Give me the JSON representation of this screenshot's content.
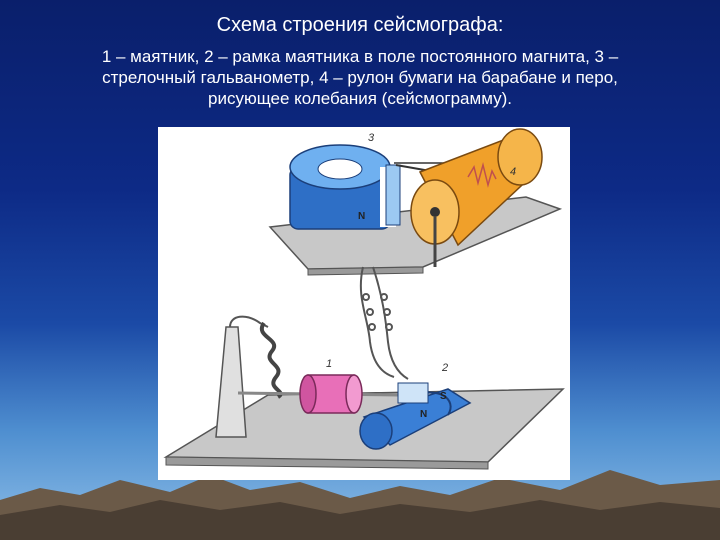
{
  "slide": {
    "title": "Схема строения сейсмографа:",
    "caption_line1": "1 – маятник, 2 – рамка маятника в поле постоянного магнита,  3 –",
    "caption_line2": "стрелочный гальванометр, 4 – рулон бумаги на барабане и перо,",
    "caption_line3": "рисующее колебания (сейсмограмму)."
  },
  "diagram": {
    "labels": {
      "pendulum": "1",
      "frame": "2",
      "galvanometer": "3",
      "paper_roll": "4"
    },
    "poles": {
      "upper_magnet_north": "N",
      "lower_magnet_south": "S",
      "lower_magnet_north": "N"
    }
  },
  "colors": {
    "sky_top": "#0a1f6b",
    "sky_bottom": "#8fbfe8",
    "magnet_blue": "#3a7fd6",
    "drum_orange": "#f0a02a",
    "pendulum_pink": "#e86fb8",
    "base_grey": "#c8c8c8"
  }
}
